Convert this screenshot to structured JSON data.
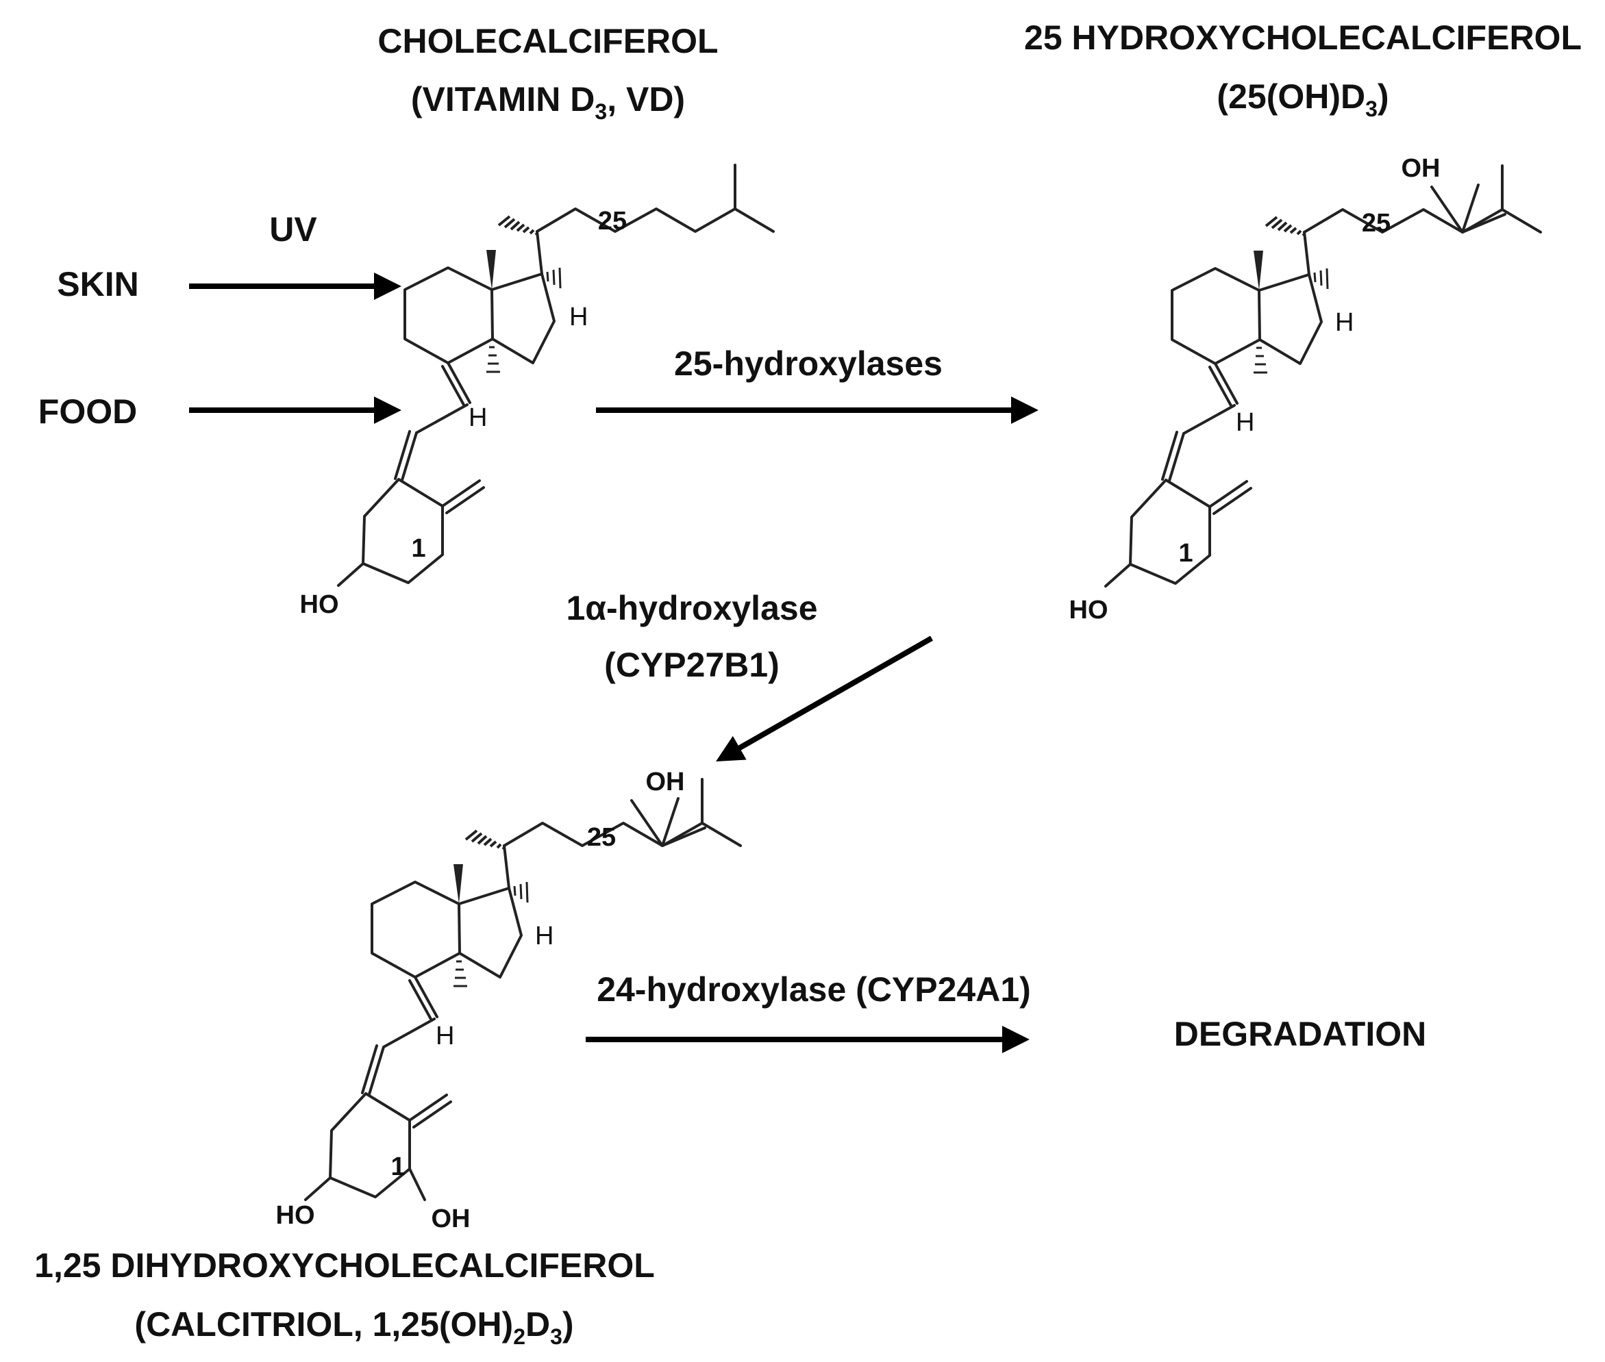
{
  "compounds": {
    "vd": {
      "name": "CHOLECALCIFEROL",
      "alias_pre": "(VITAMIN D",
      "alias_sub": "3",
      "alias_post": ", VD)"
    },
    "d25": {
      "name": "25 HYDROXYCHOLECALCIFEROL",
      "alias_pre": "(25(OH)D",
      "alias_sub": "3",
      "alias_post": ")"
    },
    "d125": {
      "name": "1,25 DIHYDROXYCHOLECALCIFEROL",
      "alias_pre": "(CALCITRIOL, 1,25(OH)",
      "alias_sub1": "2",
      "alias_mid": "D",
      "alias_sub2": "3",
      "alias_post": ")"
    }
  },
  "sources": {
    "uv": "UV",
    "skin": "SKIN",
    "food": "FOOD"
  },
  "enzymes": {
    "e25": "25-hydroxylases",
    "e1a_line1": "1α-hydroxylase",
    "e1a_line2": "(CYP27B1)",
    "e24": "24-hydroxylase (CYP24A1)"
  },
  "outcome": "DEGRADATION",
  "atoms": {
    "oh": "OH",
    "ho": "HO",
    "h": "H",
    "c25": "25",
    "c1": "1"
  },
  "colors": {
    "ink": "#111111",
    "background": "#ffffff"
  }
}
